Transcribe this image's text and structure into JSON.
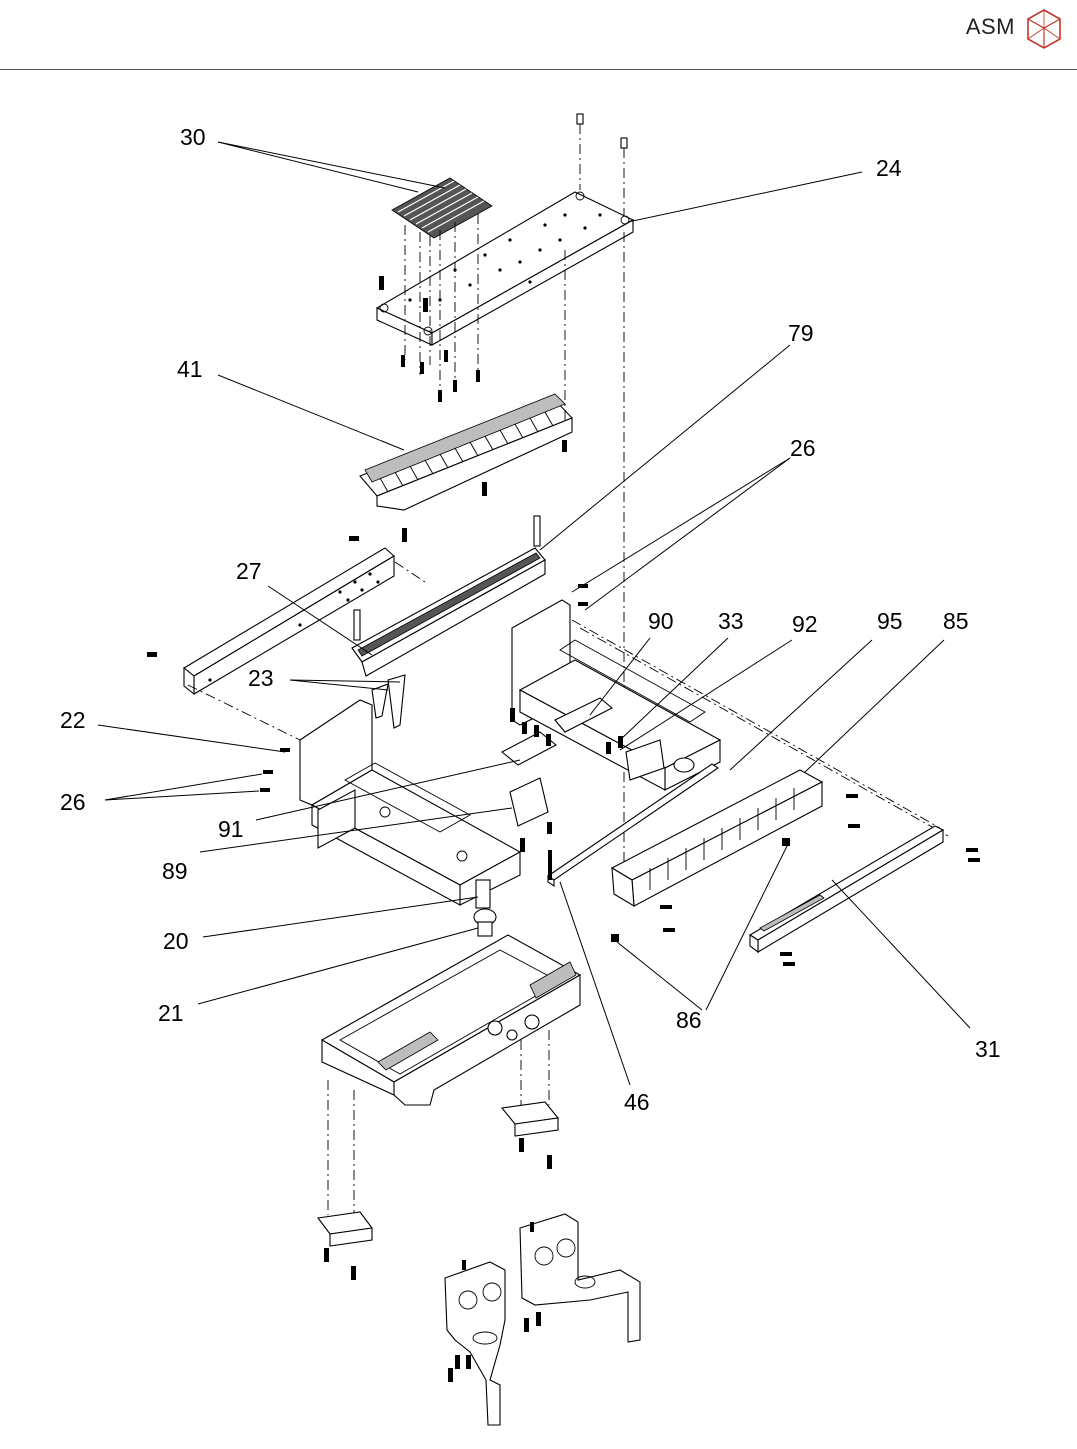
{
  "header": {
    "brand": "ASM",
    "logo_icon": "asm-polyhedron-logo"
  },
  "drawing": {
    "callouts": [
      "30",
      "24",
      "79",
      "41",
      "26",
      "27",
      "90",
      "33",
      "92",
      "95",
      "85",
      "23",
      "22",
      "26",
      "91",
      "89",
      "20",
      "21",
      "86",
      "31",
      "46"
    ]
  },
  "colors": {
    "line": "#000000",
    "rule": "#555555",
    "logo": "#c0392b"
  }
}
